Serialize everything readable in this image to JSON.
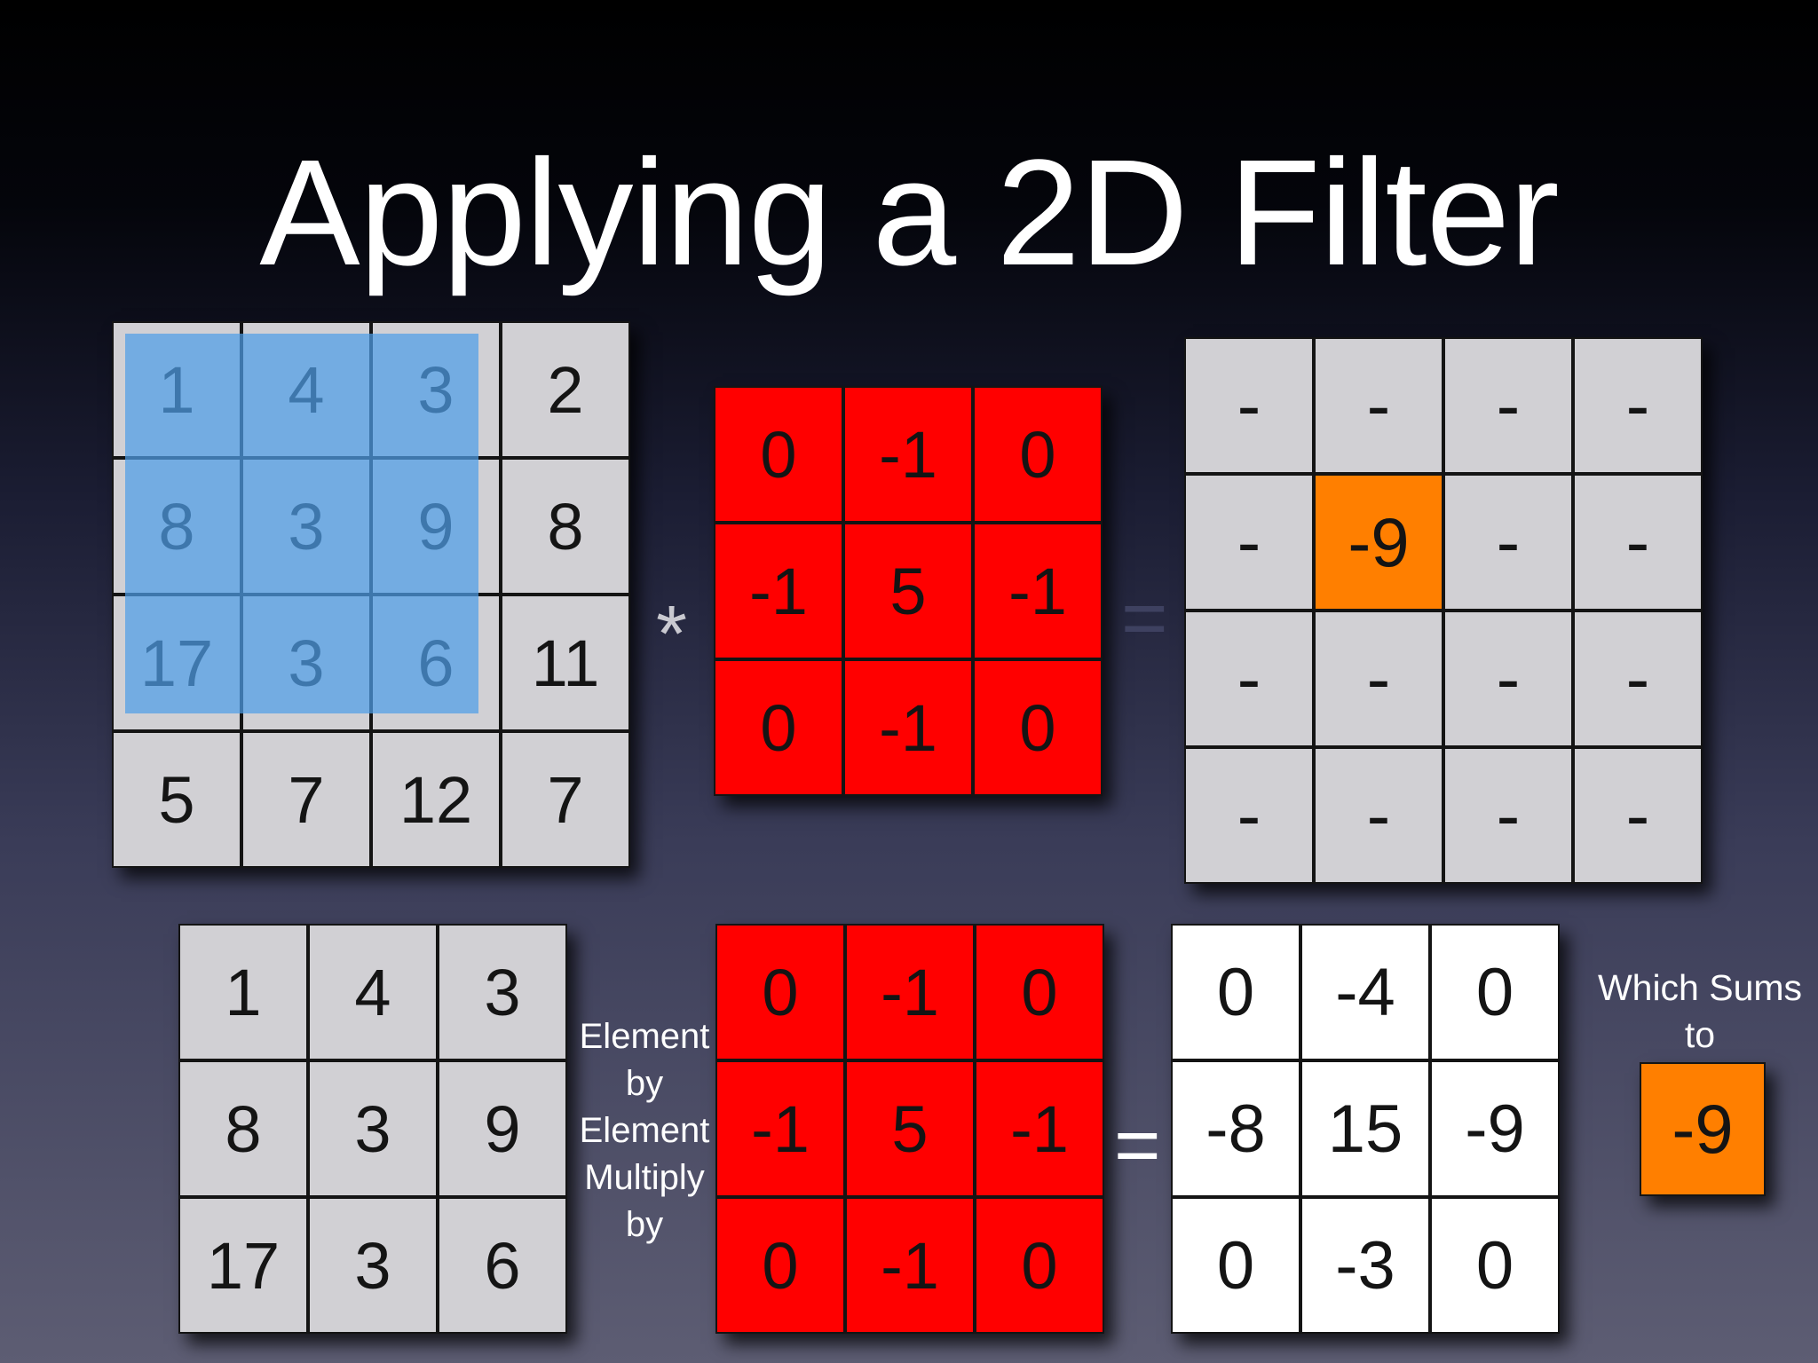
{
  "title": "Applying a 2D Filter",
  "input_matrix": [
    [
      "1",
      "4",
      "3",
      "2"
    ],
    [
      "8",
      "3",
      "9",
      "8"
    ],
    [
      "17",
      "3",
      "6",
      "11"
    ],
    [
      "5",
      "7",
      "12",
      "7"
    ]
  ],
  "kernel": [
    [
      "0",
      "-1",
      "0"
    ],
    [
      "-1",
      "5",
      "-1"
    ],
    [
      "0",
      "-1",
      "0"
    ]
  ],
  "output_matrix": [
    [
      "-",
      "-",
      "-",
      "-"
    ],
    [
      "-",
      "-9",
      "-",
      "-"
    ],
    [
      "-",
      "-",
      "-",
      "-"
    ],
    [
      "-",
      "-",
      "-",
      "-"
    ]
  ],
  "window": [
    [
      "1",
      "4",
      "3"
    ],
    [
      "8",
      "3",
      "9"
    ],
    [
      "17",
      "3",
      "6"
    ]
  ],
  "products": [
    [
      "0",
      "-4",
      "0"
    ],
    [
      "-8",
      "15",
      "-9"
    ],
    [
      "0",
      "-3",
      "0"
    ]
  ],
  "operators": {
    "convolve": "*",
    "equals_top": "=",
    "equals_bottom": "="
  },
  "multiply_note": [
    "Element",
    "by",
    "Element",
    "Multiply",
    "by"
  ],
  "sum_note": [
    "Which Sums",
    "to"
  ],
  "sum_value": "-9",
  "colors": {
    "window_highlight": "#4f9ee8",
    "kernel": "#ff0000",
    "result_highlight": "#ff7f00",
    "cell_gray": "#d1d0d4"
  }
}
